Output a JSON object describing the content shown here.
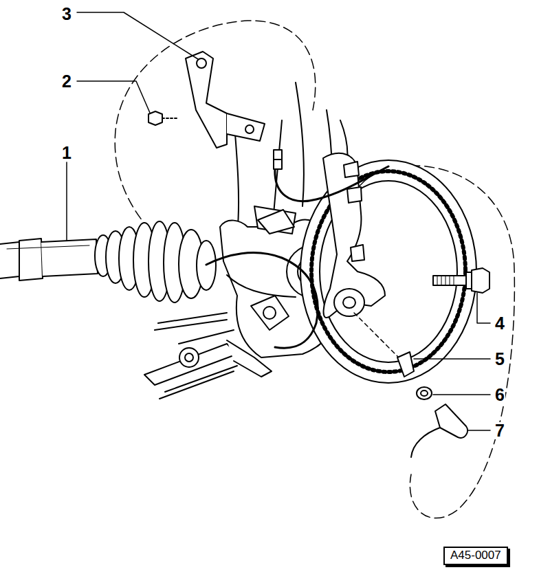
{
  "diagram": {
    "nodes": [
      {
        "text": [
          "A45-0007"
        ]
      }
    ],
    "labels": [
      "1",
      "2",
      "3",
      "4",
      "5",
      "6",
      "7"
    ]
  }
}
